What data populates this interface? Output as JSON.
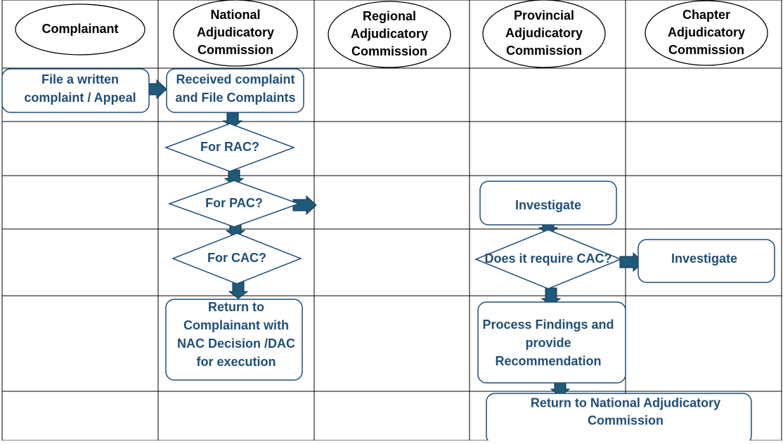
{
  "colors": {
    "grid": "#000000",
    "shape_stroke": "#1f4e79",
    "text": "#1f4e79",
    "header_text": "#000000",
    "arrow_fill": "#1f5a7a",
    "arrow_stroke": "#0f2f45"
  },
  "lanes": [
    {
      "id": "complainant",
      "lines": [
        "Complainant"
      ]
    },
    {
      "id": "nac",
      "lines": [
        "National",
        "Adjudicatory",
        "Commission"
      ]
    },
    {
      "id": "rac",
      "lines": [
        "Regional",
        "Adjudicatory",
        "Commission"
      ]
    },
    {
      "id": "pac",
      "lines": [
        "Provincial",
        "Adjudicatory",
        "Commission"
      ]
    },
    {
      "id": "cac",
      "lines": [
        "Chapter",
        "Adjudicatory",
        "Commission"
      ]
    }
  ],
  "steps": {
    "file_complaint": {
      "lines": [
        "File a written",
        "complaint / Appeal"
      ]
    },
    "received_complaint": {
      "lines": [
        "Received complaint",
        "and File Complaints"
      ]
    },
    "for_rac": {
      "lines": [
        "For RAC?"
      ]
    },
    "for_pac": {
      "lines": [
        "For PAC?"
      ]
    },
    "for_cac": {
      "lines": [
        "For CAC?"
      ]
    },
    "return_to_complainant": {
      "lines": [
        "Return to",
        "Complainant with",
        "NAC Decision /DAC",
        "for execution"
      ]
    },
    "pac_investigate": {
      "lines": [
        "Investigate"
      ]
    },
    "require_cac": {
      "lines": [
        "Does it require CAC?"
      ]
    },
    "cac_investigate": {
      "lines": [
        "Investigate"
      ]
    },
    "process_findings": {
      "lines": [
        "Process Findings and",
        "provide",
        "Recommendation"
      ]
    },
    "return_to_nac": {
      "lines": [
        "Return to National Adjudicatory",
        "Commission"
      ]
    }
  }
}
